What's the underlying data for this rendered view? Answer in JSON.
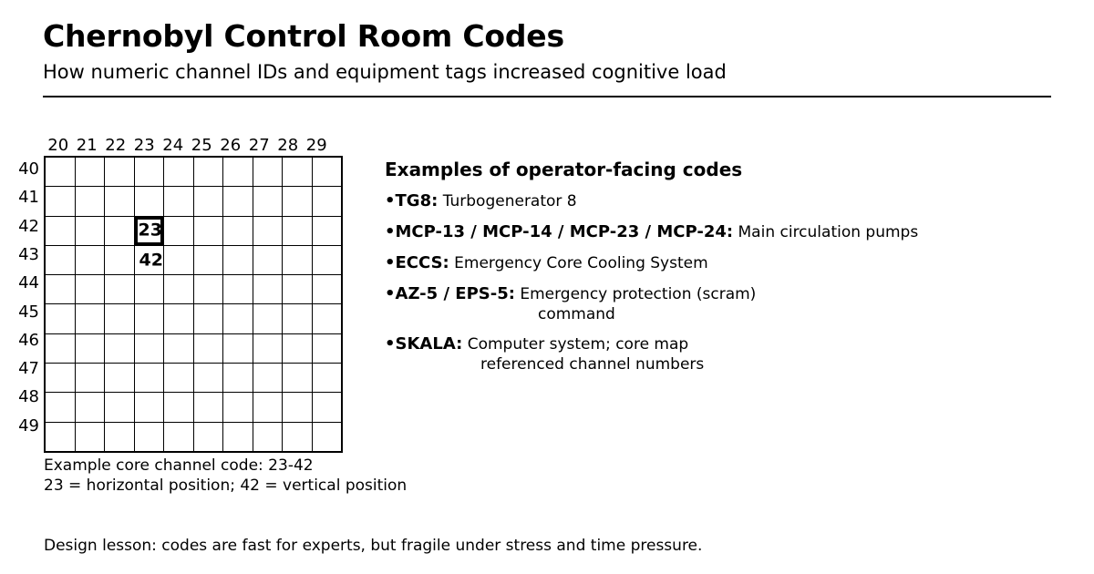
{
  "header": {
    "title": "Chernobyl Control Room Codes",
    "subtitle": "How numeric channel IDs and equipment tags increased cognitive load"
  },
  "core_map": {
    "col_headers": [
      "20",
      "21",
      "22",
      "23",
      "24",
      "25",
      "26",
      "27",
      "28",
      "29"
    ],
    "row_headers": [
      "40",
      "41",
      "42",
      "43",
      "44",
      "45",
      "46",
      "47",
      "48",
      "49"
    ],
    "highlight": {
      "col_index": 3,
      "row_index": 2,
      "col_value": "23",
      "row_value": "42"
    },
    "caption_line1": "Example core channel code: 23-42",
    "caption_line2": "23 = horizontal position; 42 = vertical position"
  },
  "examples": {
    "heading": "Examples of operator-facing codes",
    "bullet": "•",
    "items": [
      {
        "code": "TG8:",
        "desc": "Turbogenerator 8",
        "desc_wrap": ""
      },
      {
        "code": "MCP-13 / MCP-14 / MCP-23 / MCP-24:",
        "desc": "Main circulation pumps",
        "desc_wrap": ""
      },
      {
        "code": "ECCS:",
        "desc": "Emergency Core Cooling System",
        "desc_wrap": ""
      },
      {
        "code": "AZ-5 / EPS-5:",
        "desc": "Emergency protection (scram)",
        "desc_wrap": "command"
      },
      {
        "code": "SKALA:",
        "desc": "Computer system; core map",
        "desc_wrap": "referenced channel numbers"
      }
    ]
  },
  "footer": {
    "note": "Design lesson: codes are fast for experts, but fragile under stress and time pressure."
  },
  "colors": {
    "ink": "#000000",
    "background": "#ffffff"
  }
}
